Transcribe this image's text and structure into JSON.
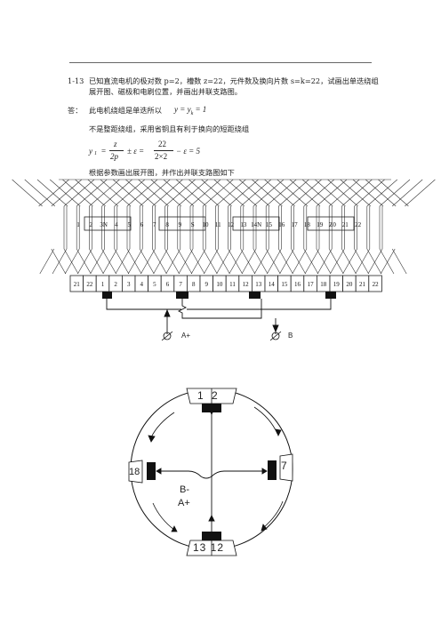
{
  "problem": {
    "number": "1-13",
    "statement_line1": "已知直流电机的极对数 p=2，槽数 z=22，元件数及换向片数 s=k=22，试画出单迭绕组",
    "statement_line2": "展开图、磁极和电刷位置，并画出并联支路图。"
  },
  "answer": {
    "label": "答：",
    "line1": "此电机绕组是单迭所以",
    "eq1": "y = y",
    "eq1_sub": "k",
    "eq1_rhs": " = 1",
    "line2": "不是整距绕组，采用省铜且有利于换向的短距绕组",
    "formula": {
      "lhs": "y",
      "lhs_sub": "1",
      "frac1_num": "z",
      "frac1_den": "2p",
      "pm": "± ε =",
      "frac2_num": "22",
      "frac2_den": "2×2",
      "tail": "− ε = 5"
    },
    "line3": "根据参数画出展开图，并作出并联支路图如下"
  },
  "winding": {
    "top_labels": [
      "1",
      "2",
      "3N",
      "4",
      "5",
      "6",
      "7",
      "8",
      "9",
      "S",
      "10",
      "11",
      "12",
      "13",
      "14N",
      "15",
      "16",
      "17",
      "18",
      "19",
      "Z0",
      "21",
      "22"
    ],
    "commutator": [
      "21",
      "22",
      "1",
      "2",
      "3",
      "4",
      "5",
      "6",
      "7",
      "8",
      "9",
      "10",
      "11",
      "12",
      "13",
      "14",
      "15",
      "16",
      "17",
      "18",
      "19",
      "20",
      "21",
      "22"
    ],
    "brush_a": "A+",
    "brush_b": "B"
  },
  "circle_diagram": {
    "top": "1 2",
    "right": "7",
    "left": "18",
    "bottom": "13 12",
    "label_b": "B-",
    "label_a": "A+"
  }
}
